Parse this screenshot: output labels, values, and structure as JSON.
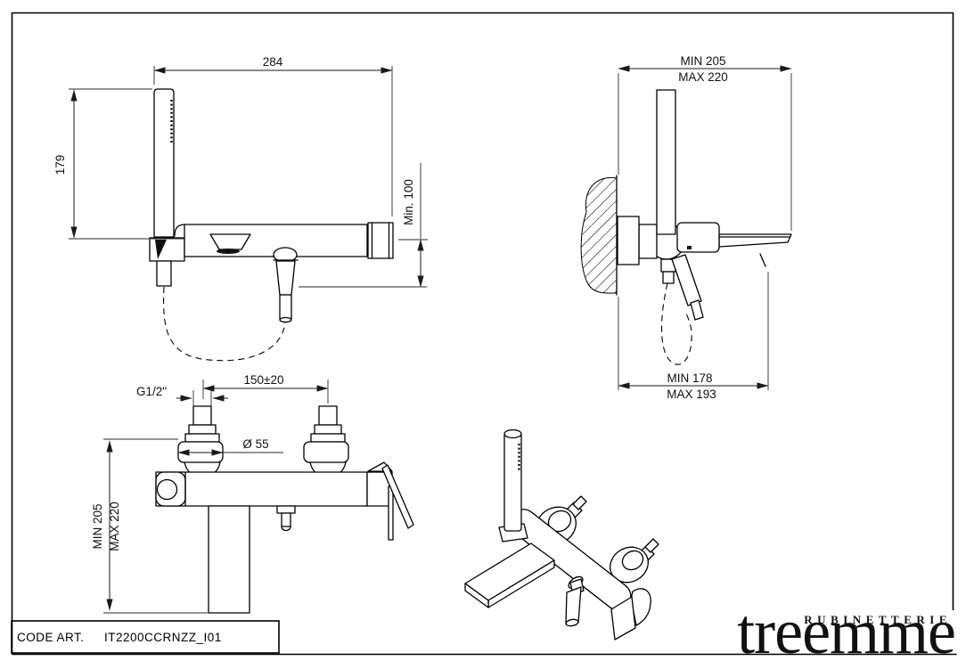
{
  "colors": {
    "line": "#000000",
    "dimension": "#1a1a1a",
    "background": "#ffffff"
  },
  "views": {
    "side": {
      "dim_width": "284",
      "dim_height": "179",
      "dim_min_height": "Min. 100"
    },
    "wall": {
      "dim_depth_min": "MIN 205",
      "dim_depth_max": "MAX 220",
      "dim_spout_min": "MIN 178",
      "dim_spout_max": "MAX 193"
    },
    "front": {
      "dim_thread": "G1/2\"",
      "dim_spacing": "150±20",
      "dim_rosette": "Ø 55",
      "dim_install_min": "MIN 205",
      "dim_install_max": "MAX 220"
    }
  },
  "title_block": {
    "code_label": "CODE ART.",
    "code_value": "IT2200CCRNZZ_I01"
  },
  "brand": {
    "tagline": "RUBINETTERIE",
    "wordmark": "treemme"
  }
}
